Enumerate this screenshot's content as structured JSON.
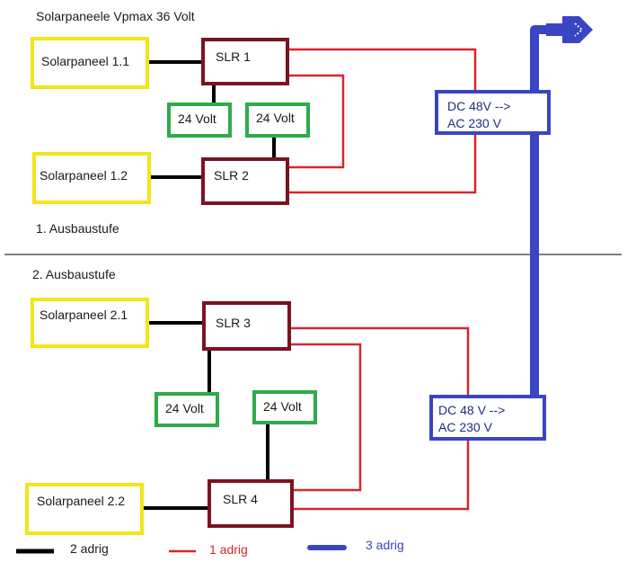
{
  "title": "Solarpaneele Vpmax 36 Volt",
  "stage1": "1. Ausbaustufe",
  "stage2": "2. Ausbaustufe",
  "panels": [
    "Solarpaneel 1.1",
    "Solarpaneel 1.2",
    "Solarpaneel 2.1",
    "Solarpaneel 2.2"
  ],
  "controllers": [
    "SLR 1",
    "SLR 2",
    "SLR 3",
    "SLR 4"
  ],
  "voltage_label": "24 Volt",
  "inverters": [
    {
      "line1": "DC 48V -->",
      "line2": "AC 230 V"
    },
    {
      "line1": "DC 48 V -->",
      "line2": "AC 230 V"
    }
  ],
  "legend": {
    "black": "2 adrig",
    "red": "1 adrig",
    "blue": "3 adrig"
  },
  "colors": {
    "panel": "#f2e51a",
    "controller": "#7a1420",
    "voltage": "#2eab4a",
    "inverter": "#3a45c4",
    "wire_black": "#000000",
    "wire_red": "#d8262e",
    "wire_blue": "#3a45c4"
  }
}
